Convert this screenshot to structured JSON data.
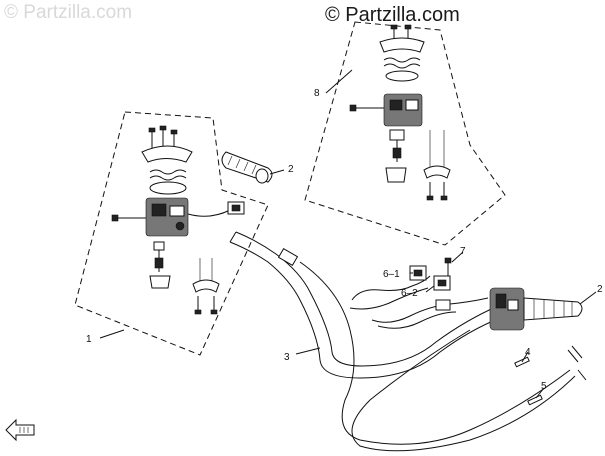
{
  "watermarks": {
    "faint": "© Partzilla.com",
    "main": "© Partzilla.com"
  },
  "callouts": {
    "c1": "1",
    "c2_grip": "2",
    "c2_right": "2",
    "c3": "3",
    "c4": "4",
    "c5": "5",
    "c6_1": "6–1",
    "c6_2": "6–2",
    "c7": "7",
    "c8": "8"
  },
  "icons": {
    "direction_arrow": "front-direction-arrow-icon"
  }
}
